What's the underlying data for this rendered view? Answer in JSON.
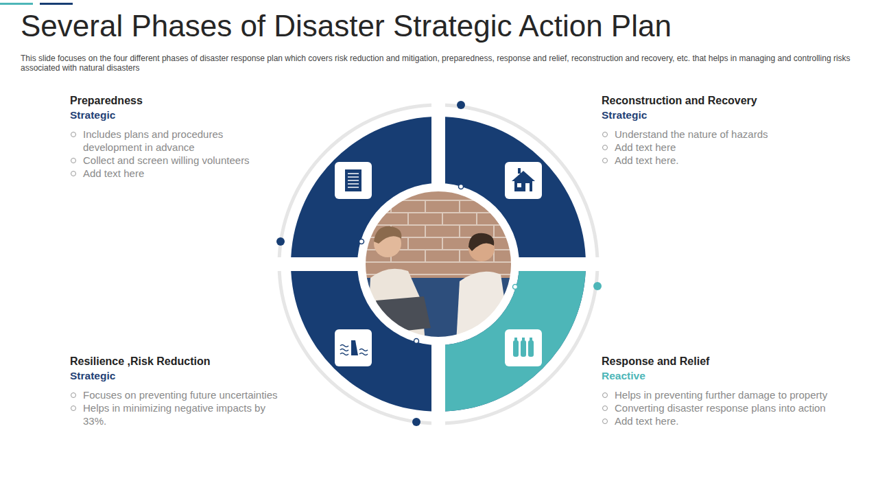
{
  "diagram": {
    "title": "Several Phases of Disaster Strategic Action Plan",
    "caption": "This slide focuses on the four different phases of disaster response plan which covers risk reduction and mitigation, preparedness, response and relief, reconstruction and recovery, etc. that helps in managing and controlling risks associated with natural disasters",
    "nodes": [
      {
        "text": [
          "Preparedness",
          "Strategic",
          "Includes plans and procedures development in advance",
          "Collect and screen willing volunteers",
          "Add text here"
        ]
      },
      {
        "text": [
          "Reconstruction and Recovery",
          "Strategic",
          "Understand the nature of hazards",
          "Add text here",
          "Add text here."
        ]
      },
      {
        "text": [
          "Resilience ,Risk Reduction",
          "Strategic",
          "Focuses on preventing future uncertainties",
          "Helps in minimizing negative impacts by 33%."
        ]
      },
      {
        "text": [
          "Response and Relief",
          "Reactive",
          "Helps in preventing further damage to property",
          "Converting disaster response plans into action",
          "Add text here."
        ]
      }
    ]
  }
}
